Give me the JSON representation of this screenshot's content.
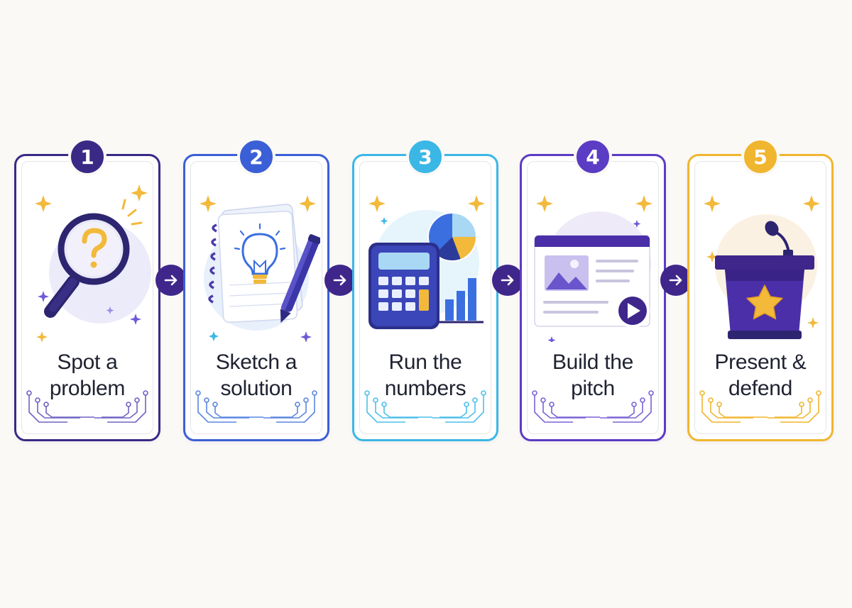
{
  "steps": [
    {
      "number": "1",
      "label_line1": "Spot a",
      "label_line2": "problem",
      "accent": "#3a2a86",
      "icon": "magnifier-question-icon"
    },
    {
      "number": "2",
      "label_line1": "Sketch a",
      "label_line2": "solution",
      "accent": "#3b5fd6",
      "icon": "notebook-lightbulb-icon"
    },
    {
      "number": "3",
      "label_line1": "Run the",
      "label_line2": "numbers",
      "accent": "#3bb7e6",
      "icon": "calculator-chart-icon"
    },
    {
      "number": "4",
      "label_line1": "Build the",
      "label_line2": "pitch",
      "accent": "#5b3cc4",
      "icon": "slide-deck-icon"
    },
    {
      "number": "5",
      "label_line1": "Present &",
      "label_line2": "defend",
      "accent": "#f0b62f",
      "icon": "podium-star-icon"
    }
  ],
  "colors": {
    "arrow": "#3f268a",
    "spark": "#f2b93b",
    "background": "#fbf9f6"
  }
}
